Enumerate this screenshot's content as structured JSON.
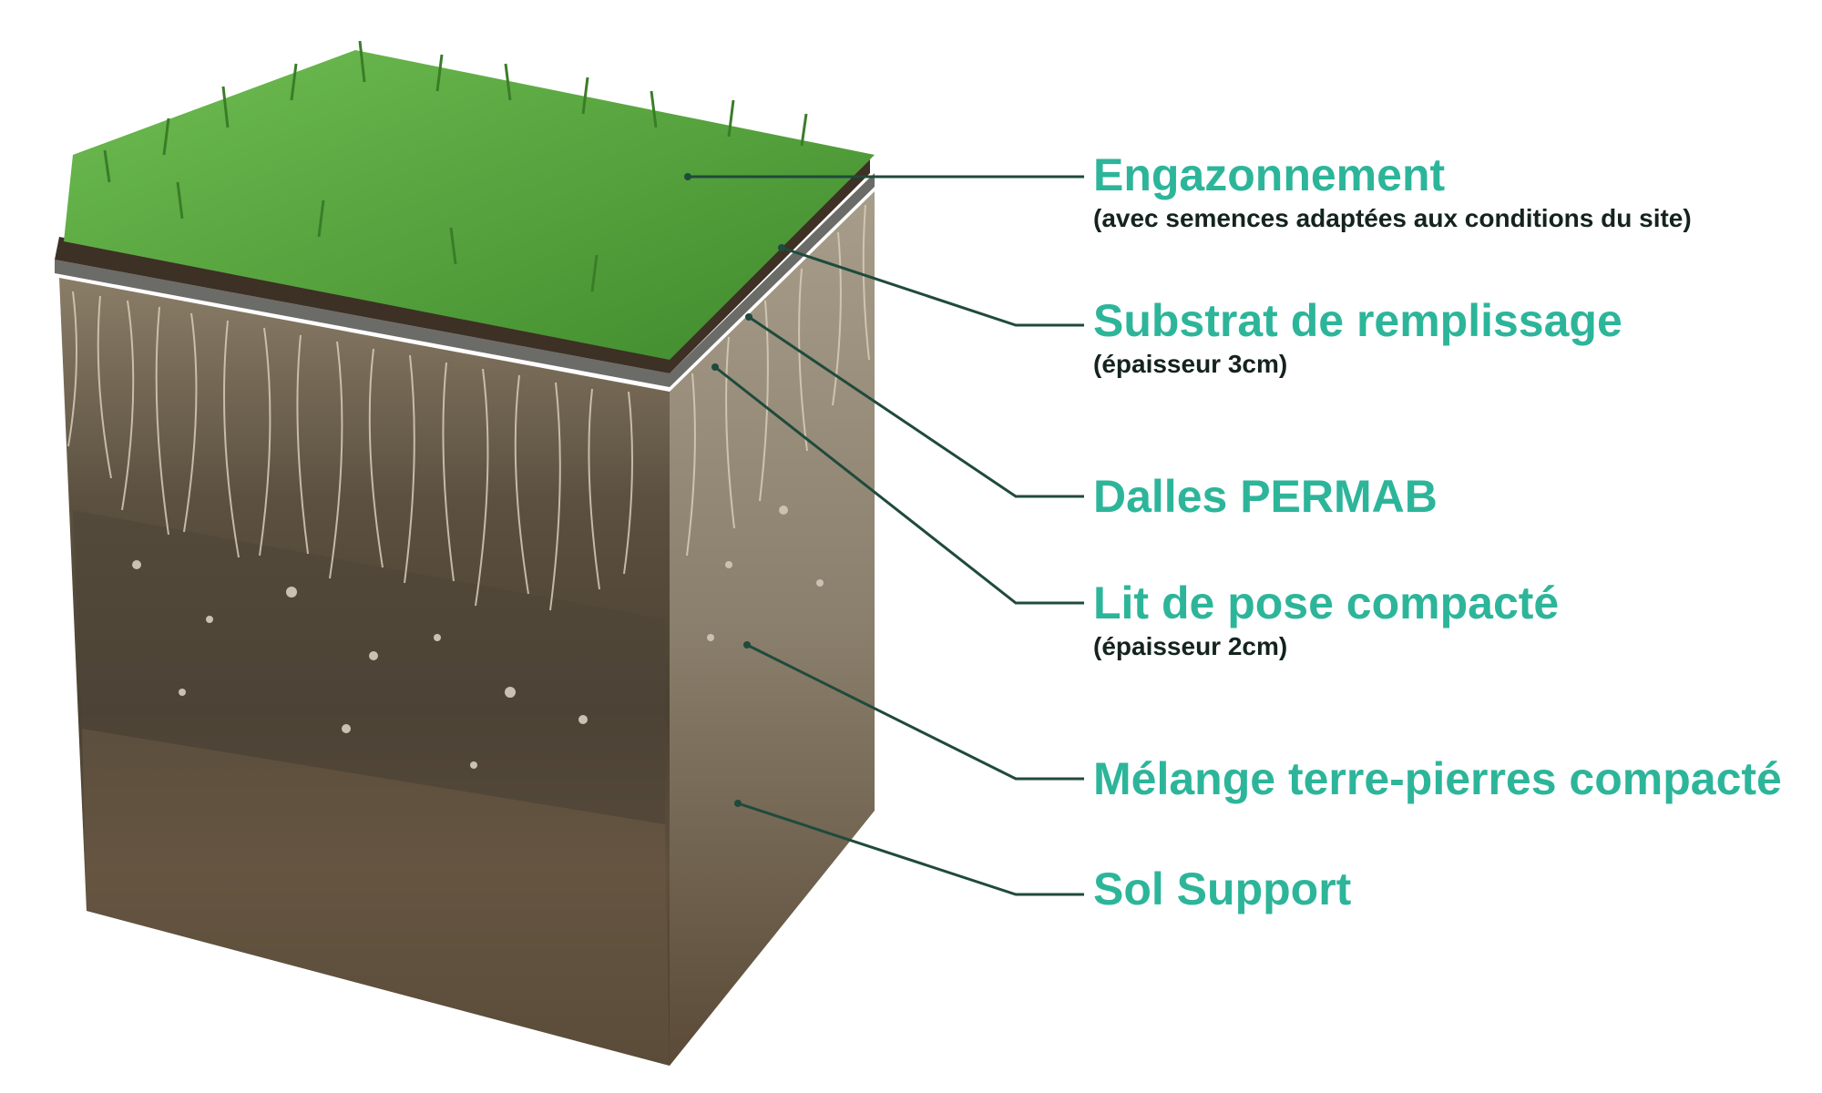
{
  "layers": [
    {
      "name": "Engazonnement",
      "note": "(avec semences adaptées aux conditions du site)"
    },
    {
      "name": "Substrat de remplissage",
      "note": "(épaisseur 3cm)"
    },
    {
      "name": "Dalles PERMAB",
      "note": ""
    },
    {
      "name": "Lit de pose compacté",
      "note": "(épaisseur 2cm)"
    },
    {
      "name": "Mélange terre-pierres compacté",
      "note": ""
    },
    {
      "name": "Sol Support",
      "note": ""
    }
  ],
  "colors": {
    "label": "#2db59a",
    "note": "#14231e",
    "leader": "#1f4a3c",
    "grass": "#4e9a3a",
    "substrate": "#3d3024",
    "slab": "#6b6b68",
    "roots": "#d8cdb8",
    "gravel": "#4f4538",
    "subsoil": "#6a5a45"
  }
}
